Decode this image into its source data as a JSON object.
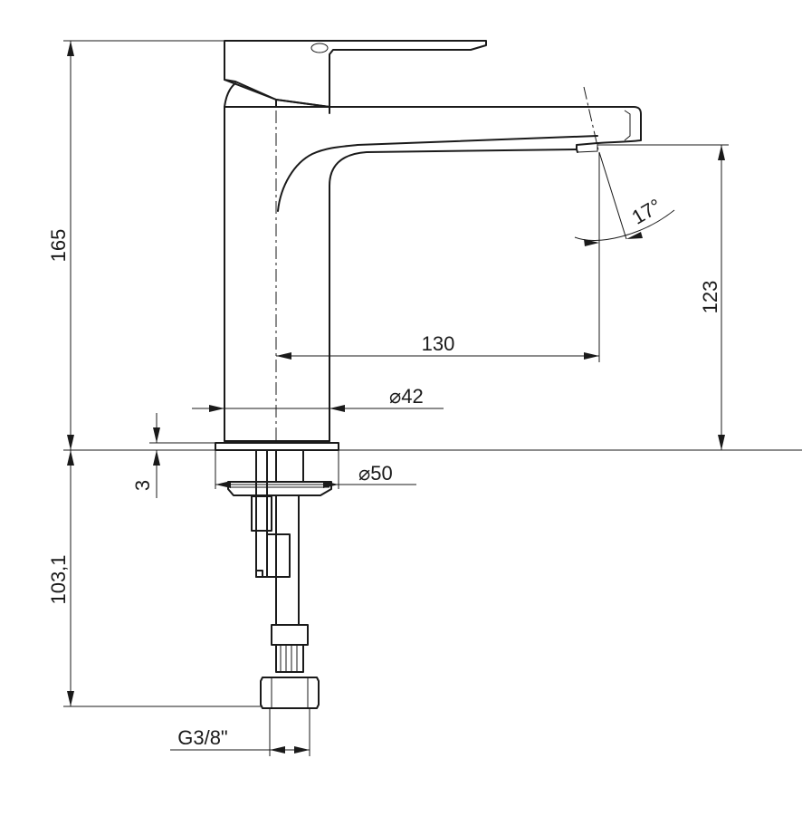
{
  "dimensions": {
    "total_height": "165",
    "spout_height": "123",
    "spout_reach": "130",
    "body_diameter": "42",
    "base_diameter": "50",
    "base_thickness": "3",
    "below_counter": "103,1",
    "thread_size": "G3/8\"",
    "spout_angle": "17°"
  },
  "symbols": {
    "diameter": "⌀"
  },
  "colors": {
    "line": "#1a1a1a",
    "background": "#ffffff"
  }
}
